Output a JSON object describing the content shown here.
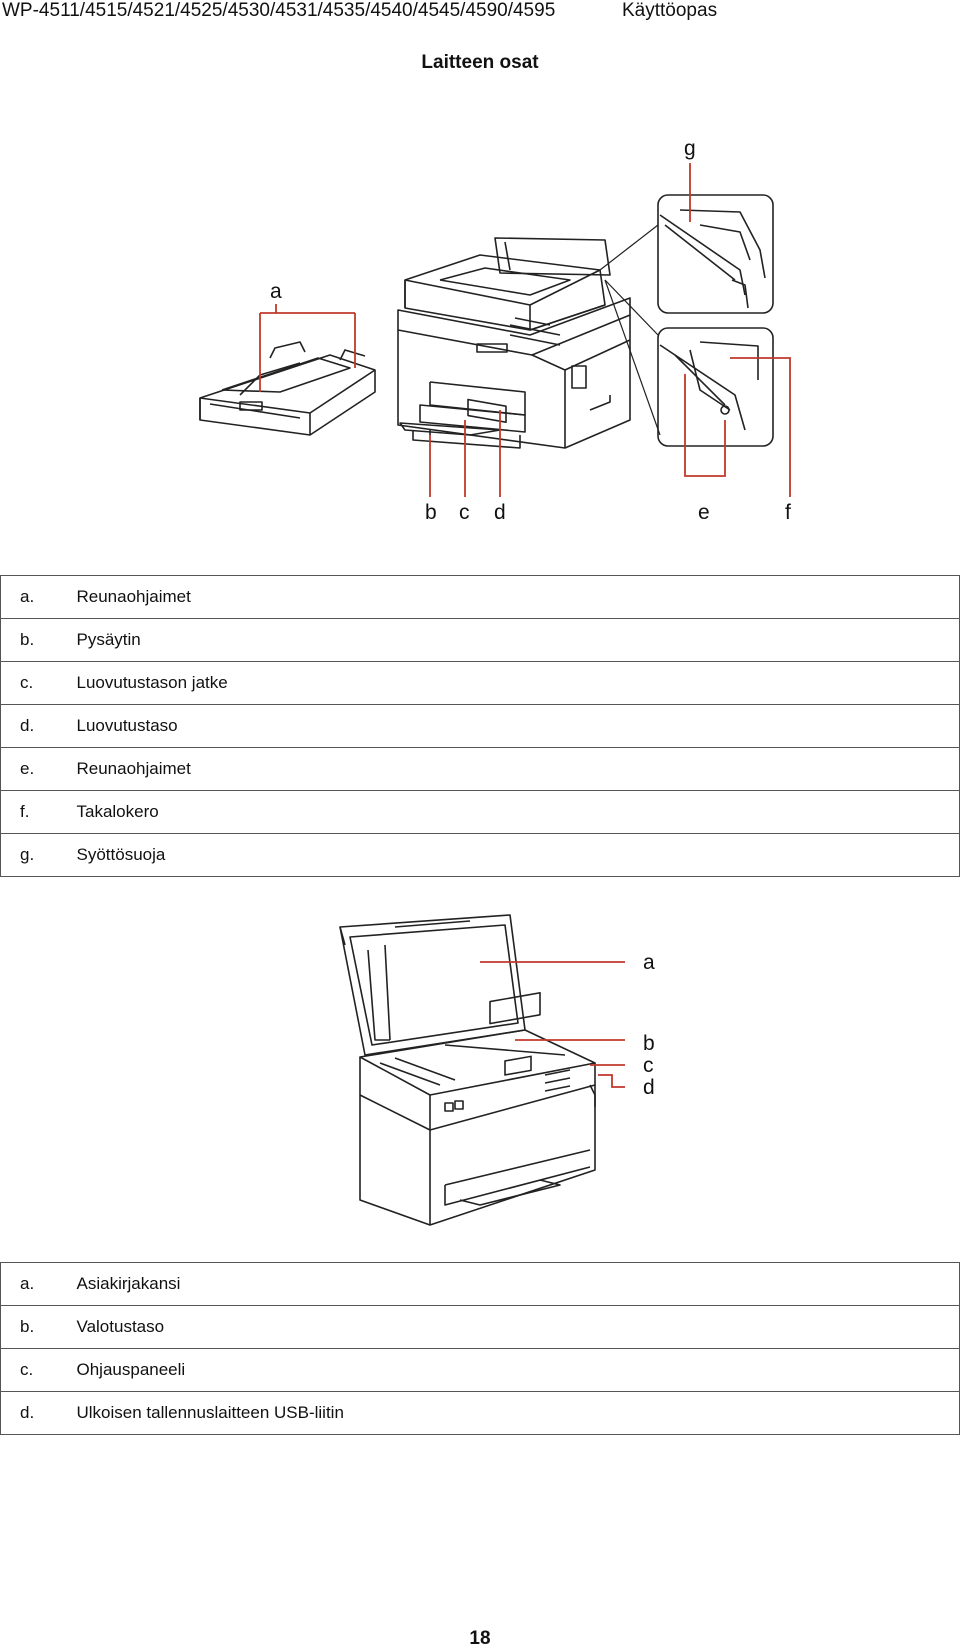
{
  "header": {
    "models": "WP-4511/4515/4521/4525/4530/4531/4535/4540/4545/4590/4595",
    "guide": "Käyttöopas"
  },
  "section_title": "Laitteen osat",
  "figure1": {
    "callouts": {
      "a": "a",
      "b": "b",
      "c": "c",
      "d": "d",
      "e": "e",
      "f": "f",
      "g": "g"
    }
  },
  "table1": [
    {
      "letter": "a.",
      "name": "Reunaohjaimet"
    },
    {
      "letter": "b.",
      "name": "Pysäytin"
    },
    {
      "letter": "c.",
      "name": "Luovutustason jatke"
    },
    {
      "letter": "d.",
      "name": "Luovutustaso"
    },
    {
      "letter": "e.",
      "name": "Reunaohjaimet"
    },
    {
      "letter": "f.",
      "name": "Takalokero"
    },
    {
      "letter": "g.",
      "name": "Syöttösuoja"
    }
  ],
  "figure2": {
    "callouts": {
      "a": "a",
      "b": "b",
      "c": "c",
      "d": "d"
    }
  },
  "table2": [
    {
      "letter": "a.",
      "name": "Asiakirjakansi"
    },
    {
      "letter": "b.",
      "name": "Valotustaso"
    },
    {
      "letter": "c.",
      "name": "Ohjauspaneeli"
    },
    {
      "letter": "d.",
      "name": "Ulkoisen tallennuslaitteen USB-liitin"
    }
  ],
  "page_number": "18",
  "colors": {
    "callout_line": "#c0392b",
    "drawing": "#222222",
    "rule": "#555555"
  }
}
